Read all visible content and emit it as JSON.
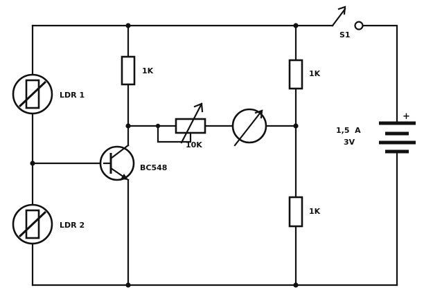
{
  "labels": {
    "ldr1": "LDR 1",
    "ldr2": "LDR 2",
    "r_top_left": "1K",
    "r_top_right": "1K",
    "r_bottom_right": "1K",
    "pot": "10K",
    "transistor": "BC548",
    "switch": "S1",
    "battery_current": "1,5  A",
    "battery_voltage": "3V",
    "battery_plus": "+"
  }
}
